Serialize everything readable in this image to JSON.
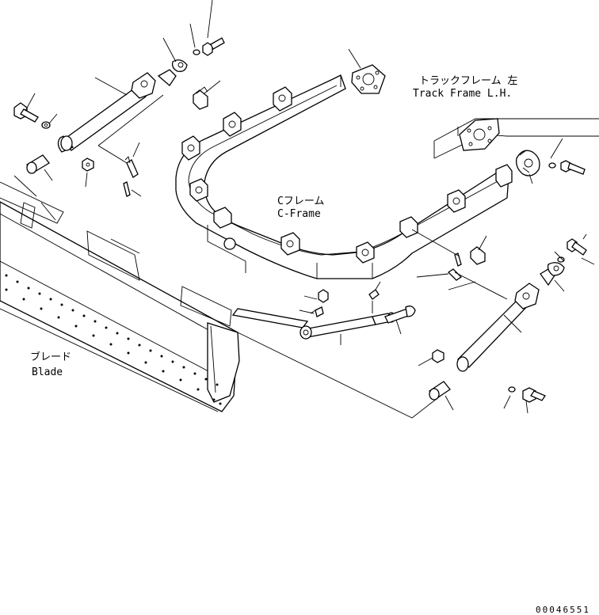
{
  "labels": {
    "track_frame_jp": "トラックフレーム 左",
    "track_frame_en": "Track Frame L.H.",
    "c_frame_jp": "Cフレーム",
    "c_frame_en": "C-Frame",
    "blade_jp": "ブレード",
    "blade_en": "Blade"
  },
  "drawing_number": "00046551"
}
